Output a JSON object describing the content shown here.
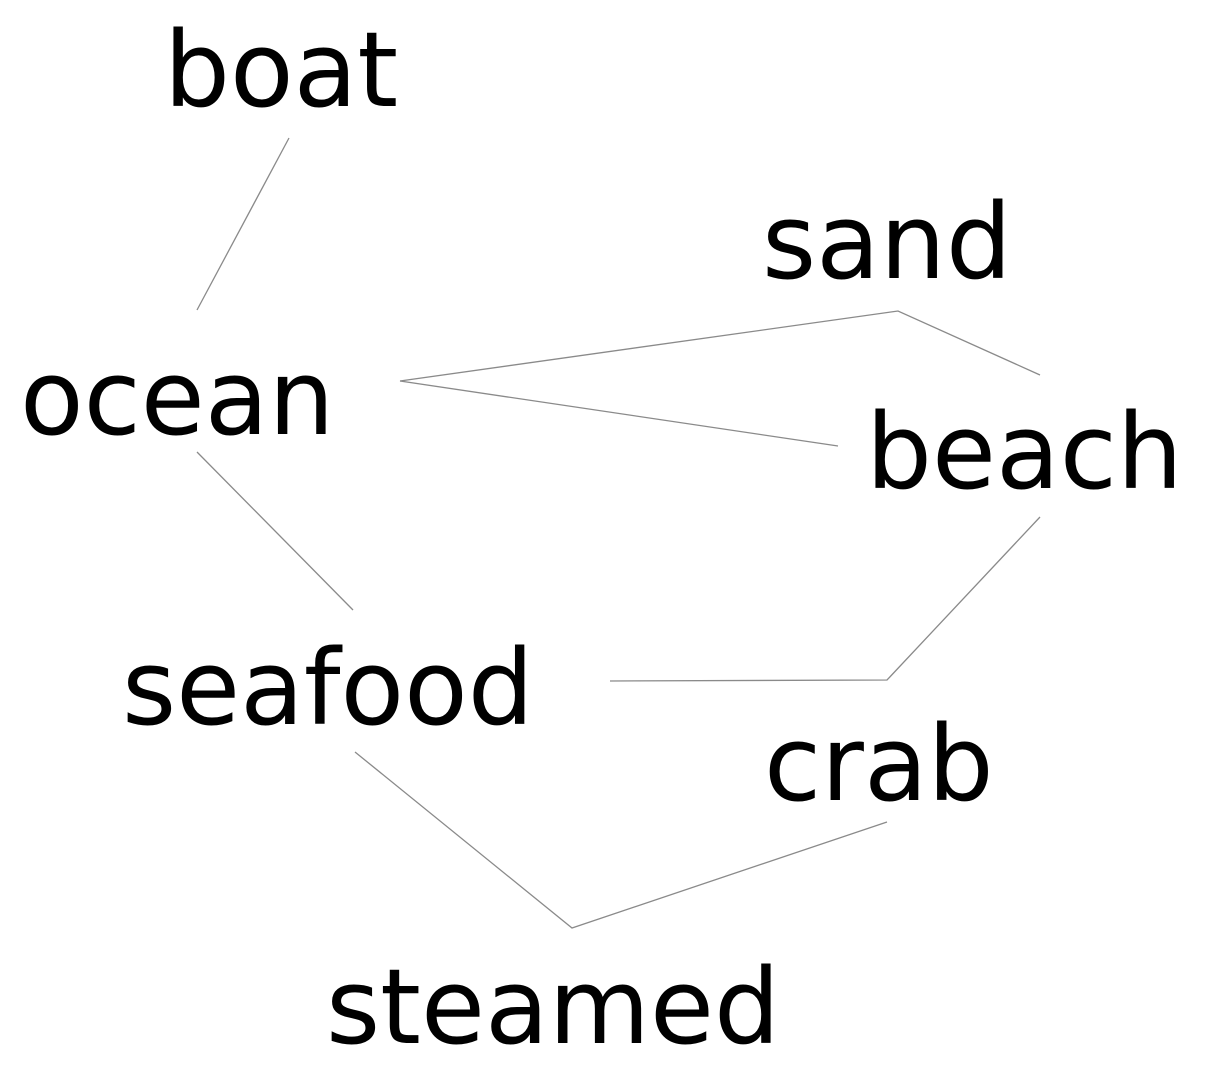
{
  "words": {
    "boat": "boat",
    "sand": "sand",
    "ocean": "ocean",
    "beach": "beach",
    "seafood": "seafood",
    "crab": "crab",
    "steamed": "steamed"
  },
  "connections": [
    {
      "from": "boat",
      "to": "ocean"
    },
    {
      "from": "ocean",
      "to": "sand"
    },
    {
      "from": "sand",
      "to": "beach"
    },
    {
      "from": "ocean",
      "to": "beach"
    },
    {
      "from": "ocean",
      "to": "seafood"
    },
    {
      "from": "seafood",
      "to": "beach"
    },
    {
      "from": "seafood",
      "to": "steamed"
    },
    {
      "from": "steamed",
      "to": "crab"
    }
  ],
  "colors": {
    "text": "#000000",
    "line": "#8a8a8a",
    "background": "#ffffff"
  }
}
